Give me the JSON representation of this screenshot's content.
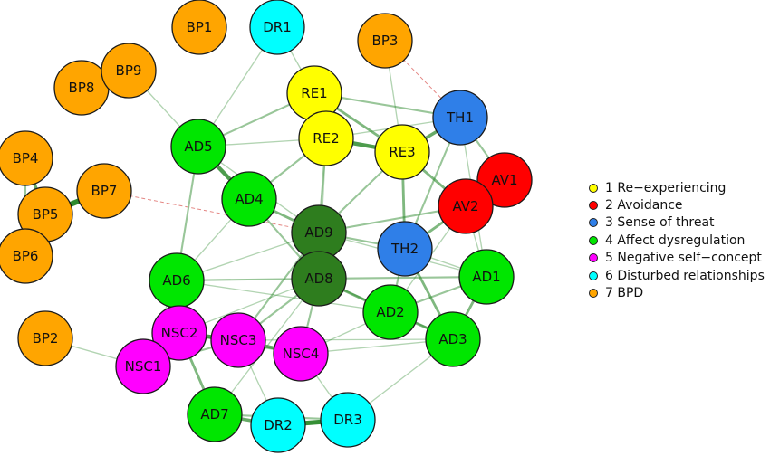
{
  "groups": [
    {
      "label": "1 Re−experiencing",
      "color": "#ffff00"
    },
    {
      "label": "2 Avoidance",
      "color": "#ff0000"
    },
    {
      "label": "3 Sense of threat",
      "color": "#2f7fe8"
    },
    {
      "label": "4 Affect dysregulation",
      "color": "#00e600"
    },
    {
      "label": "5 Negative self−concept",
      "color": "#ff00ff"
    },
    {
      "label": "6 Disturbed relationships",
      "color": "#00ffff"
    },
    {
      "label": "7 BPD",
      "color": "#ffa500"
    }
  ],
  "central_node_color": "#2e7d1e",
  "edge_color": "#2e8b2e",
  "negative_edge_color": "#d9534f",
  "nodes": [
    {
      "id": "BP1",
      "group": 7
    },
    {
      "id": "DR1",
      "group": 6
    },
    {
      "id": "BP3",
      "group": 7
    },
    {
      "id": "BP8",
      "group": 7
    },
    {
      "id": "BP9",
      "group": 7
    },
    {
      "id": "RE1",
      "group": 1
    },
    {
      "id": "TH1",
      "group": 3
    },
    {
      "id": "RE2",
      "group": 1
    },
    {
      "id": "RE3",
      "group": 1
    },
    {
      "id": "AD5",
      "group": 4
    },
    {
      "id": "BP4",
      "group": 7
    },
    {
      "id": "AV1",
      "group": 2
    },
    {
      "id": "BP7",
      "group": 7
    },
    {
      "id": "AD4",
      "group": 4
    },
    {
      "id": "AV2",
      "group": 2
    },
    {
      "id": "BP5",
      "group": 7
    },
    {
      "id": "AD9",
      "group": 4,
      "central": true
    },
    {
      "id": "TH2",
      "group": 3
    },
    {
      "id": "BP6",
      "group": 7
    },
    {
      "id": "AD1",
      "group": 4
    },
    {
      "id": "AD6",
      "group": 4
    },
    {
      "id": "AD8",
      "group": 4,
      "central": true
    },
    {
      "id": "AD2",
      "group": 4
    },
    {
      "id": "NSC2",
      "group": 5
    },
    {
      "id": "NSC3",
      "group": 5
    },
    {
      "id": "BP2",
      "group": 7
    },
    {
      "id": "AD3",
      "group": 4
    },
    {
      "id": "NSC4",
      "group": 5
    },
    {
      "id": "NSC1",
      "group": 5
    },
    {
      "id": "AD7",
      "group": 4
    },
    {
      "id": "DR3",
      "group": 6
    },
    {
      "id": "DR2",
      "group": 6
    }
  ],
  "edges": [
    {
      "a": "BP8",
      "b": "BP9",
      "w": 3
    },
    {
      "a": "BP4",
      "b": "BP5",
      "w": 4
    },
    {
      "a": "BP5",
      "b": "BP6",
      "w": 4
    },
    {
      "a": "BP5",
      "b": "BP7",
      "w": 7
    },
    {
      "a": "BP4",
      "b": "BP6",
      "w": 2
    },
    {
      "a": "BP7",
      "b": "AD9",
      "w": 1,
      "negative": true
    },
    {
      "a": "BP3",
      "b": "TH1",
      "w": 1,
      "negative": true
    },
    {
      "a": "RE1",
      "b": "RE2",
      "w": 4
    },
    {
      "a": "RE1",
      "b": "RE3",
      "w": 3
    },
    {
      "a": "RE2",
      "b": "RE3",
      "w": 5
    },
    {
      "a": "RE1",
      "b": "TH1",
      "w": 2
    },
    {
      "a": "RE3",
      "b": "TH1",
      "w": 4
    },
    {
      "a": "TH1",
      "b": "TH2",
      "w": 2
    },
    {
      "a": "TH1",
      "b": "AV1",
      "w": 2
    },
    {
      "a": "AV1",
      "b": "AV2",
      "w": 4
    },
    {
      "a": "RE3",
      "b": "AV2",
      "w": 3
    },
    {
      "a": "TH2",
      "b": "AV2",
      "w": 3
    },
    {
      "a": "RE3",
      "b": "TH2",
      "w": 3
    },
    {
      "a": "RE2",
      "b": "AD4",
      "w": 2
    },
    {
      "a": "RE2",
      "b": "AD9",
      "w": 2
    },
    {
      "a": "RE2",
      "b": "TH1",
      "w": 1
    },
    {
      "a": "AD5",
      "b": "AD4",
      "w": 5
    },
    {
      "a": "AD5",
      "b": "RE1",
      "w": 2
    },
    {
      "a": "AD5",
      "b": "AD6",
      "w": 2
    },
    {
      "a": "AD5",
      "b": "RE2",
      "w": 1
    },
    {
      "a": "AD4",
      "b": "AD9",
      "w": 3
    },
    {
      "a": "AD4",
      "b": "AD8",
      "w": 2
    },
    {
      "a": "AD9",
      "b": "AD8",
      "w": 3
    },
    {
      "a": "AD9",
      "b": "TH2",
      "w": 2
    },
    {
      "a": "AD9",
      "b": "RE3",
      "w": 2
    },
    {
      "a": "AD9",
      "b": "AV2",
      "w": 2
    },
    {
      "a": "AD8",
      "b": "AD2",
      "w": 3
    },
    {
      "a": "AD8",
      "b": "AD3",
      "w": 2
    },
    {
      "a": "AD8",
      "b": "AD1",
      "w": 2
    },
    {
      "a": "AD8",
      "b": "NSC3",
      "w": 2
    },
    {
      "a": "AD8",
      "b": "NSC4",
      "w": 2
    },
    {
      "a": "AD8",
      "b": "AD6",
      "w": 2
    },
    {
      "a": "AD8",
      "b": "NSC2",
      "w": 1
    },
    {
      "a": "AD9",
      "b": "NSC3",
      "w": 2
    },
    {
      "a": "AD9",
      "b": "AD6",
      "w": 1
    },
    {
      "a": "AD9",
      "b": "AD1",
      "w": 1
    },
    {
      "a": "AD2",
      "b": "AD3",
      "w": 3
    },
    {
      "a": "AD1",
      "b": "AD3",
      "w": 3
    },
    {
      "a": "AD1",
      "b": "AD2",
      "w": 2
    },
    {
      "a": "TH2",
      "b": "AD2",
      "w": 2
    },
    {
      "a": "TH2",
      "b": "AD3",
      "w": 3
    },
    {
      "a": "TH2",
      "b": "AD1",
      "w": 1
    },
    {
      "a": "AV2",
      "b": "AD1",
      "w": 1
    },
    {
      "a": "AD6",
      "b": "NSC2",
      "w": 2
    },
    {
      "a": "AD6",
      "b": "NSC1",
      "w": 1
    },
    {
      "a": "NSC2",
      "b": "NSC3",
      "w": 5
    },
    {
      "a": "NSC2",
      "b": "NSC1",
      "w": 3
    },
    {
      "a": "NSC3",
      "b": "NSC4",
      "w": 4
    },
    {
      "a": "NSC2",
      "b": "NSC4",
      "w": 2
    },
    {
      "a": "NSC1",
      "b": "NSC3",
      "w": 2
    },
    {
      "a": "NSC2",
      "b": "AD7",
      "w": 3
    },
    {
      "a": "AD7",
      "b": "DR2",
      "w": 4
    },
    {
      "a": "DR2",
      "b": "DR3",
      "w": 6
    },
    {
      "a": "AD7",
      "b": "DR3",
      "w": 2
    },
    {
      "a": "NSC3",
      "b": "DR2",
      "w": 1
    },
    {
      "a": "NSC4",
      "b": "AD3",
      "w": 1
    },
    {
      "a": "NSC4",
      "b": "AD2",
      "w": 1
    },
    {
      "a": "AD3",
      "b": "DR3",
      "w": 1
    },
    {
      "a": "NSC4",
      "b": "DR3",
      "w": 1
    },
    {
      "a": "DR1",
      "b": "AD5",
      "w": 1
    },
    {
      "a": "DR1",
      "b": "RE1",
      "w": 1
    },
    {
      "a": "BP3",
      "b": "RE3",
      "w": 1
    },
    {
      "a": "BP9",
      "b": "AD5",
      "w": 1
    },
    {
      "a": "BP2",
      "b": "NSC1",
      "w": 1
    },
    {
      "a": "AD5",
      "b": "AD9",
      "w": 1
    },
    {
      "a": "AD6",
      "b": "AD2",
      "w": 1
    },
    {
      "a": "RE2",
      "b": "AD8",
      "w": 1
    },
    {
      "a": "AD4",
      "b": "AD6",
      "w": 1
    },
    {
      "a": "AD2",
      "b": "AV2",
      "w": 1
    },
    {
      "a": "TH1",
      "b": "AD1",
      "w": 1
    },
    {
      "a": "AD3",
      "b": "NSC3",
      "w": 1
    },
    {
      "a": "AD7",
      "b": "AD8",
      "w": 1
    }
  ]
}
